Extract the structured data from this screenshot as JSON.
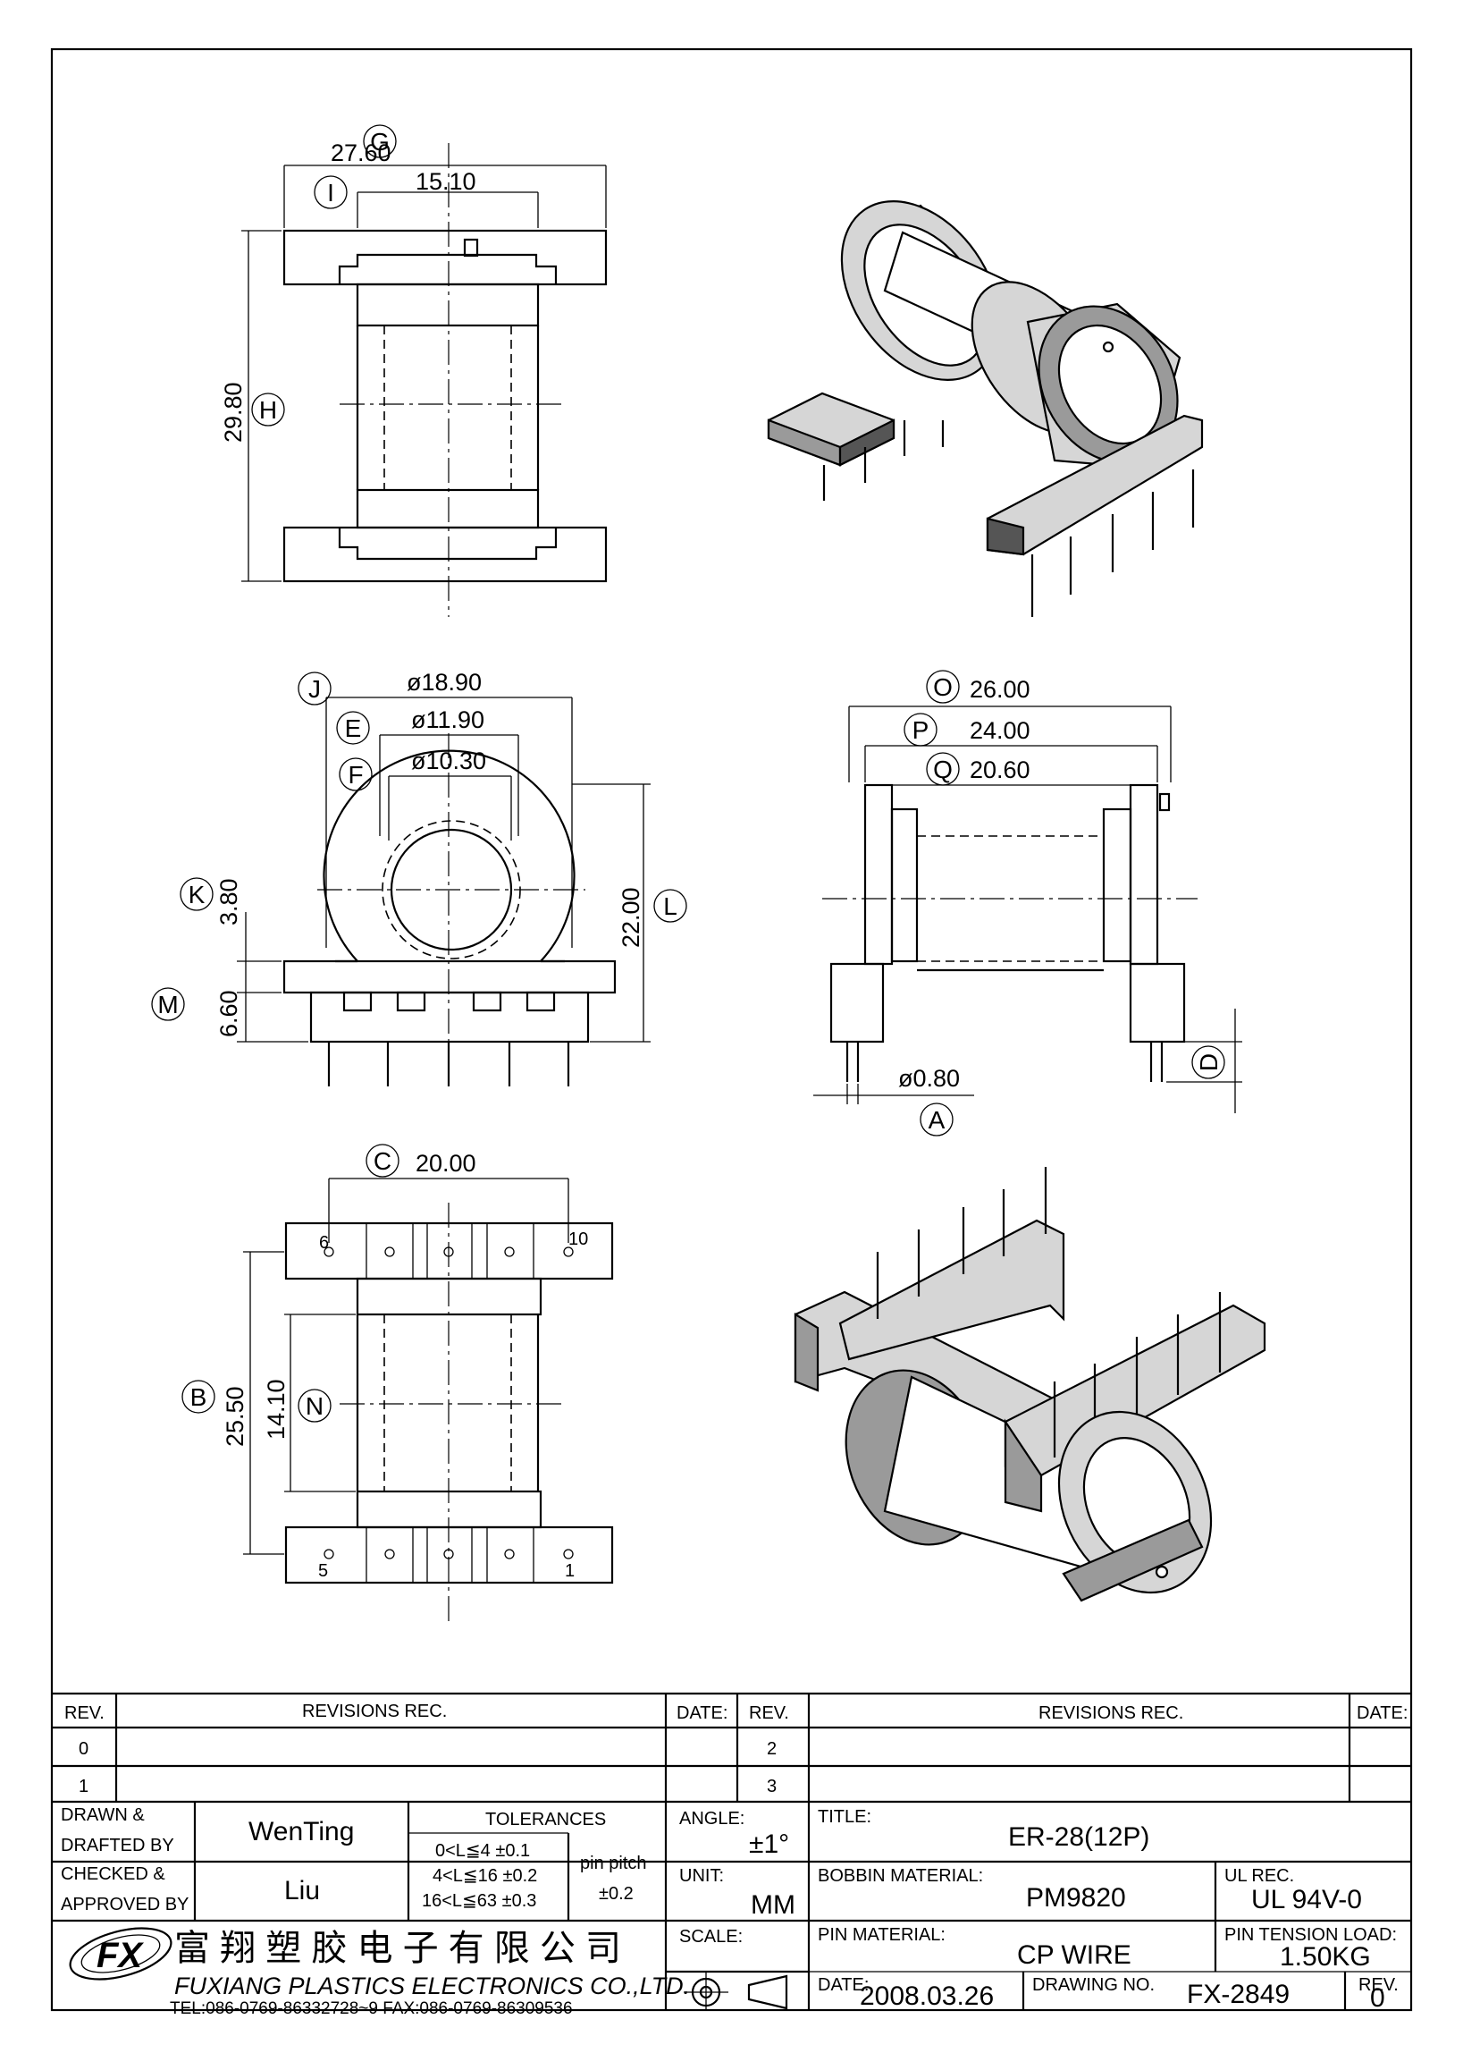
{
  "dimensions": {
    "G": {
      "label": "G",
      "value": "27.60"
    },
    "I": {
      "label": "I",
      "value": "15.10"
    },
    "H": {
      "label": "H",
      "value": "29.80"
    },
    "J": {
      "label": "J",
      "value": "ø18.90"
    },
    "E": {
      "label": "E",
      "value": "ø11.90"
    },
    "F": {
      "label": "F",
      "value": "ø10.30"
    },
    "K": {
      "label": "K",
      "value": "3.80"
    },
    "M": {
      "label": "M",
      "value": "6.60"
    },
    "L": {
      "label": "L",
      "value": "22.00"
    },
    "O": {
      "label": "O",
      "value": "26.00"
    },
    "P": {
      "label": "P",
      "value": "24.00"
    },
    "Q": {
      "label": "Q",
      "value": "20.60"
    },
    "A": {
      "label": "A",
      "value": "ø0.80"
    },
    "D": {
      "label": "D"
    },
    "C": {
      "label": "C",
      "value": "20.00"
    },
    "B": {
      "label": "B",
      "value": "25.50"
    },
    "N": {
      "label": "N",
      "value": "14.10"
    }
  },
  "pin_numbers": {
    "top_left": "6",
    "top_right": "10",
    "bottom_left": "5",
    "bottom_right": "1"
  },
  "title_block": {
    "rev_header": "REV.",
    "revisions_header": "REVISIONS    REC.",
    "date_header": "DATE:",
    "rev_rows": [
      "0",
      "1"
    ],
    "rev_rows_right": [
      "2",
      "3"
    ],
    "drawn_label": "DRAWN &\nDRAFTED BY",
    "drawn_by": "WenTing",
    "checked_label": "CHECKED &\nAPPROVED BY",
    "checked_by": "Liu",
    "tolerances_label": "TOLERANCES",
    "tol_rows": [
      "0<L≦4    ±0.1",
      "4<L≦16  ±0.2",
      "16<L≦63  ±0.3"
    ],
    "pin_pitch_label": "pin  pitch",
    "pin_pitch_value": "±0.2",
    "angle_label": "ANGLE:",
    "angle_value": "±1°",
    "unit_label": "UNIT:",
    "unit_value": "MM",
    "scale_label": "SCALE:",
    "title_label": "TITLE:",
    "title_value": "ER-28(12P)",
    "bobbin_material_label": "BOBBIN  MATERIAL:",
    "bobbin_material_value": "PM9820",
    "ul_label": "UL  REC.",
    "ul_value": "UL  94V-0",
    "pin_material_label": "PIN  MATERIAL:",
    "pin_material_value": "CP  WIRE",
    "pin_tension_label": "PIN  TENSION  LOAD:",
    "pin_tension_value": "1.50KG",
    "date_label": "DATE:",
    "date_value": "2008.03.26",
    "drawing_no_label": "DRAWING  NO.",
    "drawing_no_value": "FX-2849",
    "rev_label": "REV.",
    "rev_value": "0",
    "company_cn": "富 翔 塑 胶 电 子 有 限 公 司",
    "company_en": "FUXIANG  PLASTICS  ELECTRONICS  CO.,LTD.",
    "company_contact": "TEL:086-0769-86332728~9   FAX:086-0769-86309536",
    "logo_text": "FX"
  }
}
